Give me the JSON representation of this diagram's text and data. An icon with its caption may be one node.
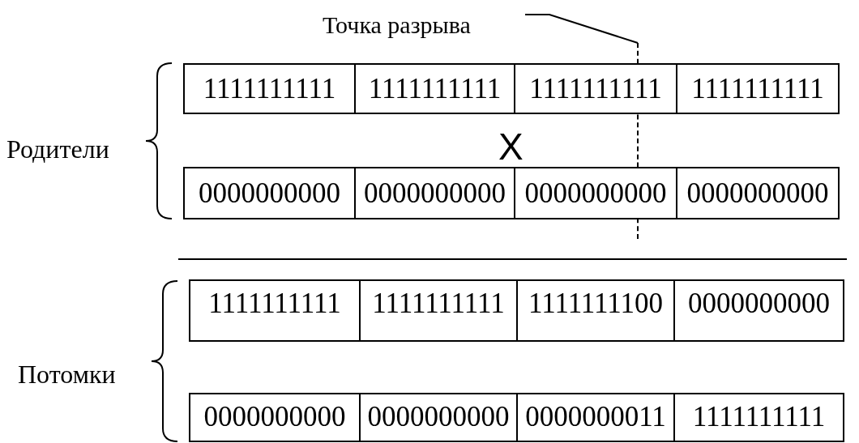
{
  "diagram": {
    "nodes": [
      {
        "text": [
          "Точка разрыва"
        ]
      },
      {
        "text": [],
        "shape": "line"
      },
      {
        "text": [
          "1111111111"
        ]
      },
      {
        "text": [
          "1111111111"
        ]
      },
      {
        "text": [
          "1111111111"
        ]
      },
      {
        "text": [
          "1111111111"
        ]
      },
      {
        "text": [
          "0000000000"
        ]
      },
      {
        "text": [
          "0000000000"
        ]
      },
      {
        "text": [
          "0000000000"
        ]
      },
      {
        "text": [
          "0000000000"
        ]
      },
      {
        "text": [
          "1111111111"
        ]
      },
      {
        "text": [
          "1111111111"
        ]
      },
      {
        "text": [
          "1111111100"
        ]
      },
      {
        "text": [
          "0000000000"
        ]
      },
      {
        "text": [
          "0000000000"
        ]
      },
      {
        "text": [
          "0000000000"
        ]
      },
      {
        "text": [
          "0000000011"
        ]
      },
      {
        "text": [
          "1111111111"
        ]
      }
    ],
    "edges": [
      {
        "from": 0,
        "to": 1,
        "arrow": "none"
      }
    ],
    "labels": [
      "X",
      "Родители",
      "Потомки"
    ]
  }
}
